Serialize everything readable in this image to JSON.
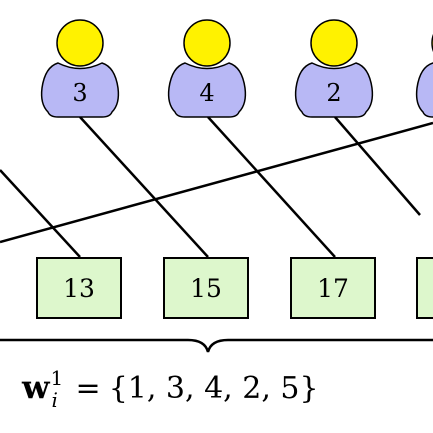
{
  "people": [
    {
      "label": "3"
    },
    {
      "label": "4"
    },
    {
      "label": "2"
    },
    {
      "label": ""
    }
  ],
  "boxes": [
    {
      "label": "13"
    },
    {
      "label": "15"
    },
    {
      "label": "17"
    },
    {
      "label": ""
    }
  ],
  "formula": {
    "symbol": "w",
    "superscript": "1",
    "subscript": "i",
    "equals": "=",
    "set": "{1, 3, 4, 2, 5}"
  },
  "colors": {
    "head": "#fff200",
    "body": "#b8b8f5",
    "box": "#ddf7cc",
    "stroke": "#000000"
  }
}
